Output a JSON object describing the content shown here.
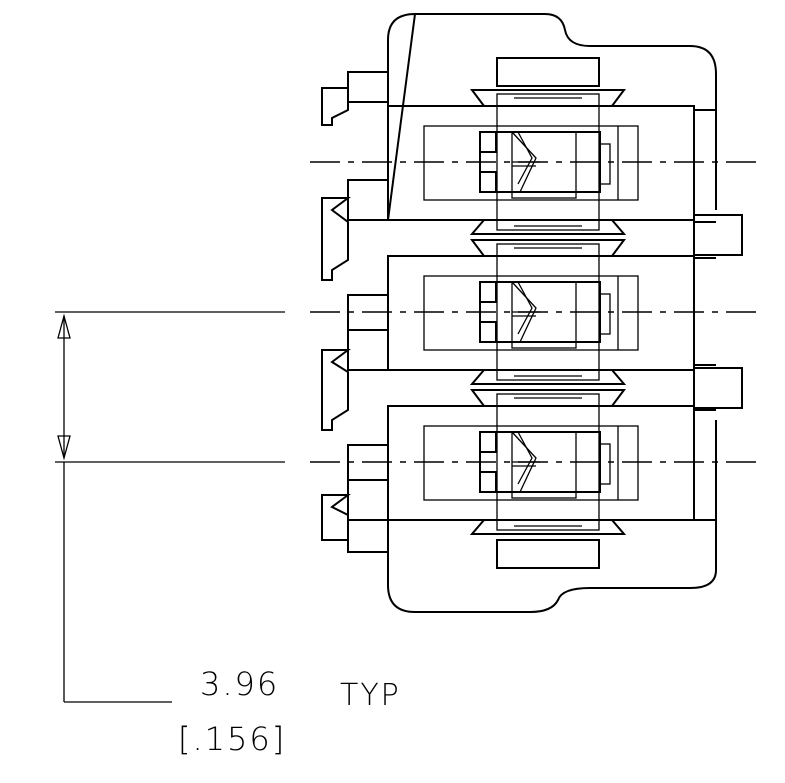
{
  "dimension": {
    "value_mm": "3.96",
    "suffix": "TYP",
    "value_in": "[.156]"
  },
  "drawing": {
    "type": "connector-housing-outline",
    "positions": 3,
    "line_color": "#000000",
    "background": "#ffffff"
  }
}
